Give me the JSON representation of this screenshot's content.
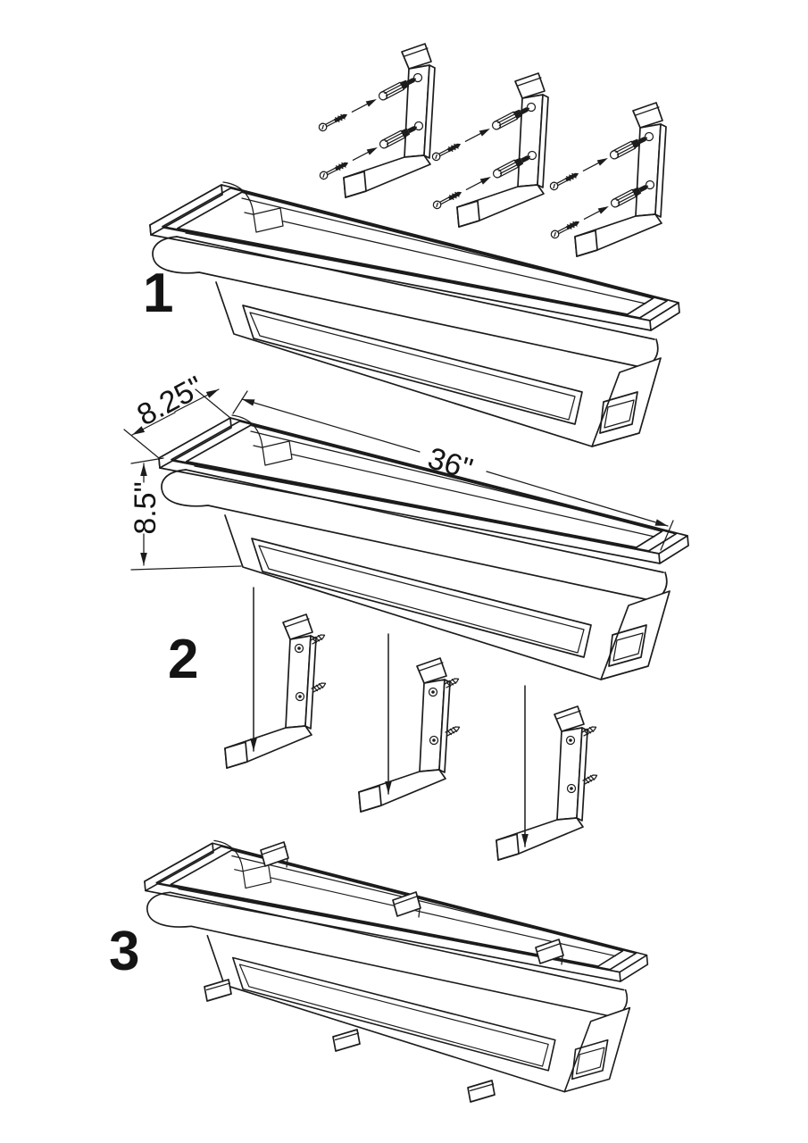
{
  "colors": {
    "background": "#ffffff",
    "line": "#1c1c1c",
    "text": "#141414"
  },
  "steps": [
    {
      "number": "1"
    },
    {
      "number": "2"
    },
    {
      "number": "3"
    }
  ],
  "dimensions": {
    "depth": "8.25\"",
    "length": "36\"",
    "height": "8.5\""
  },
  "parts": {
    "planter": "window-box-planter",
    "bracket": "l-shaped-wall-bracket",
    "fastener": "screw-and-wall-anchor",
    "hook_tab": "bracket-hook-tab",
    "foot_tab": "bracket-foot-tab"
  }
}
